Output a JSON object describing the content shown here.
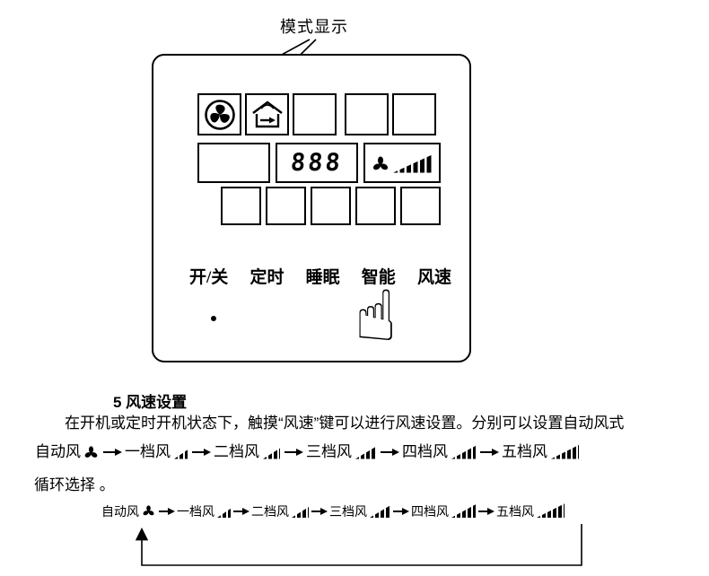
{
  "callout": {
    "label": "模式显示"
  },
  "panel": {
    "display_digits": "888",
    "buttons": [
      "开/关",
      "定时",
      "睡眠",
      "智能",
      "风速"
    ]
  },
  "pointer": {
    "hand_glyph": "☝"
  },
  "section": {
    "heading": "5  风速设置",
    "body": "在开机或定时开机状态下，触摸“风速”键可以进行风速设置。分别可以设置自动风式",
    "cycle_note": "循环选择 。"
  },
  "fan_speeds": [
    "自动风",
    "一档风",
    "二档风",
    "三档风",
    "四档风",
    "五档风"
  ]
}
